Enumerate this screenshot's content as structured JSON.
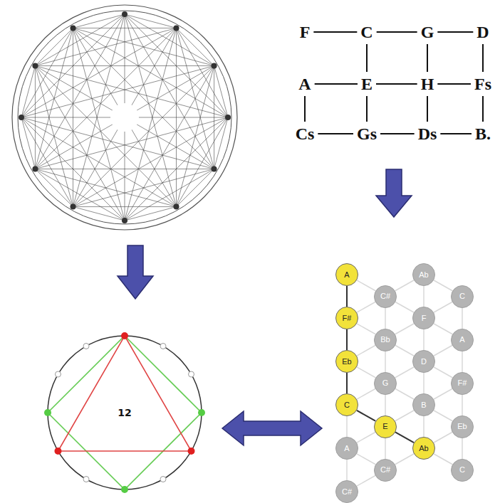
{
  "diagram": {
    "nodes": [
      {
        "text": [
          "A"
        ]
      },
      {
        "text": [
          "F#"
        ]
      },
      {
        "text": [
          "Eb"
        ]
      },
      {
        "text": [
          "C"
        ]
      },
      {
        "text": [
          "A"
        ]
      },
      {
        "text": [
          "C#"
        ]
      },
      {
        "text": [
          "C#"
        ]
      },
      {
        "text": [
          "Bb"
        ]
      },
      {
        "text": [
          "G"
        ]
      },
      {
        "text": [
          "E"
        ]
      },
      {
        "text": [
          "C#"
        ]
      },
      {
        "text": [
          "Ab"
        ]
      },
      {
        "text": [
          "F"
        ]
      },
      {
        "text": [
          "D"
        ]
      },
      {
        "text": [
          "B"
        ]
      },
      {
        "text": [
          "Ab"
        ]
      },
      {
        "text": [
          "C"
        ]
      },
      {
        "text": [
          "A"
        ]
      },
      {
        "text": [
          "F#"
        ]
      },
      {
        "text": [
          "Eb"
        ]
      },
      {
        "text": [
          "C"
        ]
      }
    ],
    "edges": [
      {
        "from": 0,
        "to": 1,
        "arrow": "none"
      },
      {
        "from": 1,
        "to": 2,
        "arrow": "none"
      },
      {
        "from": 2,
        "to": 3,
        "arrow": "none"
      },
      {
        "from": 3,
        "to": 9,
        "arrow": "none"
      },
      {
        "from": 9,
        "to": 15,
        "arrow": "none"
      }
    ],
    "labels": [
      "F",
      "C",
      "G",
      "D",
      "A",
      "E",
      "H",
      "Fs",
      "Cs",
      "Gs",
      "Ds",
      "B.",
      "12"
    ]
  }
}
